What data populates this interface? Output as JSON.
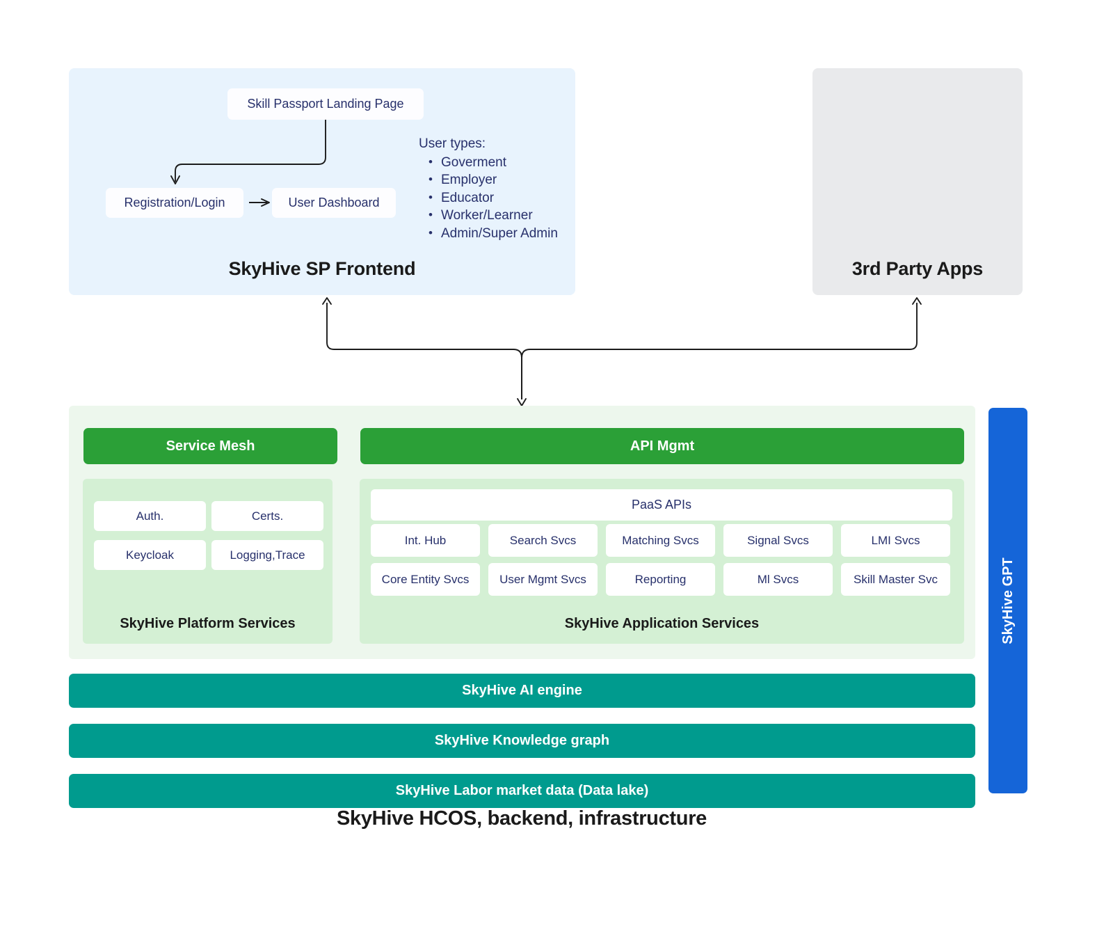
{
  "frontend": {
    "title": "SkyHive SP Frontend",
    "boxes": {
      "landing": "Skill Passport Landing Page",
      "registration": "Registration/Login",
      "dashboard": "User Dashboard"
    },
    "user_types": {
      "heading": "User types:",
      "items": [
        "Goverment",
        "Employer",
        "Educator",
        "Worker/Learner",
        "Admin/Super Admin"
      ]
    }
  },
  "third_party": {
    "title": "3rd Party Apps"
  },
  "backend": {
    "service_mesh_label": "Service Mesh",
    "api_mgmt_label": "API Mgmt",
    "platform": {
      "title": "SkyHive Platform Services",
      "tiles": [
        "Auth.",
        "Certs.",
        "Keycloak",
        "Logging,Trace"
      ]
    },
    "application": {
      "title": "SkyHive Application Services",
      "paas_label": "PaaS APIs",
      "tiles_row1": [
        "Int. Hub",
        "Search Svcs",
        "Matching Svcs",
        "Signal Svcs",
        "LMI Svcs"
      ],
      "tiles_row2": [
        "Core Entity Svcs",
        "User Mgmt Svcs",
        "Reporting",
        "Ml Svcs",
        "Skill Master Svc"
      ]
    },
    "stack_bars": [
      "SkyHive AI engine",
      "SkyHive Knowledge graph",
      "SkyHive Labor market data (Data lake)"
    ],
    "gpt_label": "SkyHive GPT",
    "footer_caption": "SkyHive HCOS, backend, infrastructure"
  },
  "colors": {
    "frontend_panel_bg": "#e8f3fd",
    "third_party_bg": "#e9eaec",
    "backend_panel_bg": "#edf7ed",
    "inner_panel_bg": "#d4f0d4",
    "green_bar": "#2ba037",
    "teal_bar": "#009b8e",
    "gpt_blue": "#1565d8",
    "box_text": "#27306b",
    "title_text": "#1a1a1a"
  }
}
